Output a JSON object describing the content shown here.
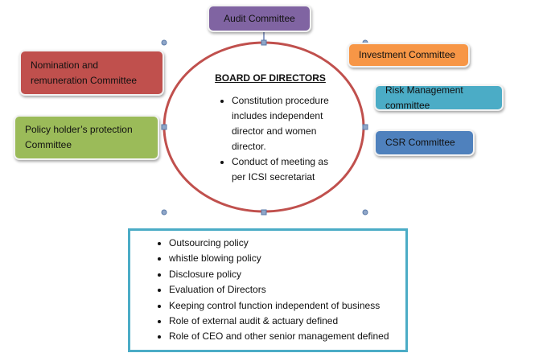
{
  "colors": {
    "audit": "#8064a2",
    "nomination": "#c0504d",
    "policy": "#9bbb59",
    "investment": "#f79646",
    "risk": "#4bacc6",
    "csr": "#4f81bd",
    "ellipse": "#c0504d",
    "frame": "#4bacc6"
  },
  "committees": {
    "audit": "Audit Committee",
    "nomination": "Nomination and remuneration Committee",
    "policy": "Policy holder’s protection Committee",
    "investment": "Investment Committee",
    "risk": "Risk Management committee",
    "csr": "CSR Committee"
  },
  "board": {
    "title": "BOARD OF DIRECTORS",
    "points": [
      "Constitution procedure includes independent director and women director.",
      "Conduct of meeting as per ICSI secretariat"
    ]
  },
  "policies": [
    "Outsourcing policy",
    "whistle blowing policy",
    "Disclosure policy",
    "Evaluation of Directors",
    "Keeping control function independent of business",
    "Role of external audit & actuary defined",
    "Role of CEO and other senior management defined"
  ]
}
